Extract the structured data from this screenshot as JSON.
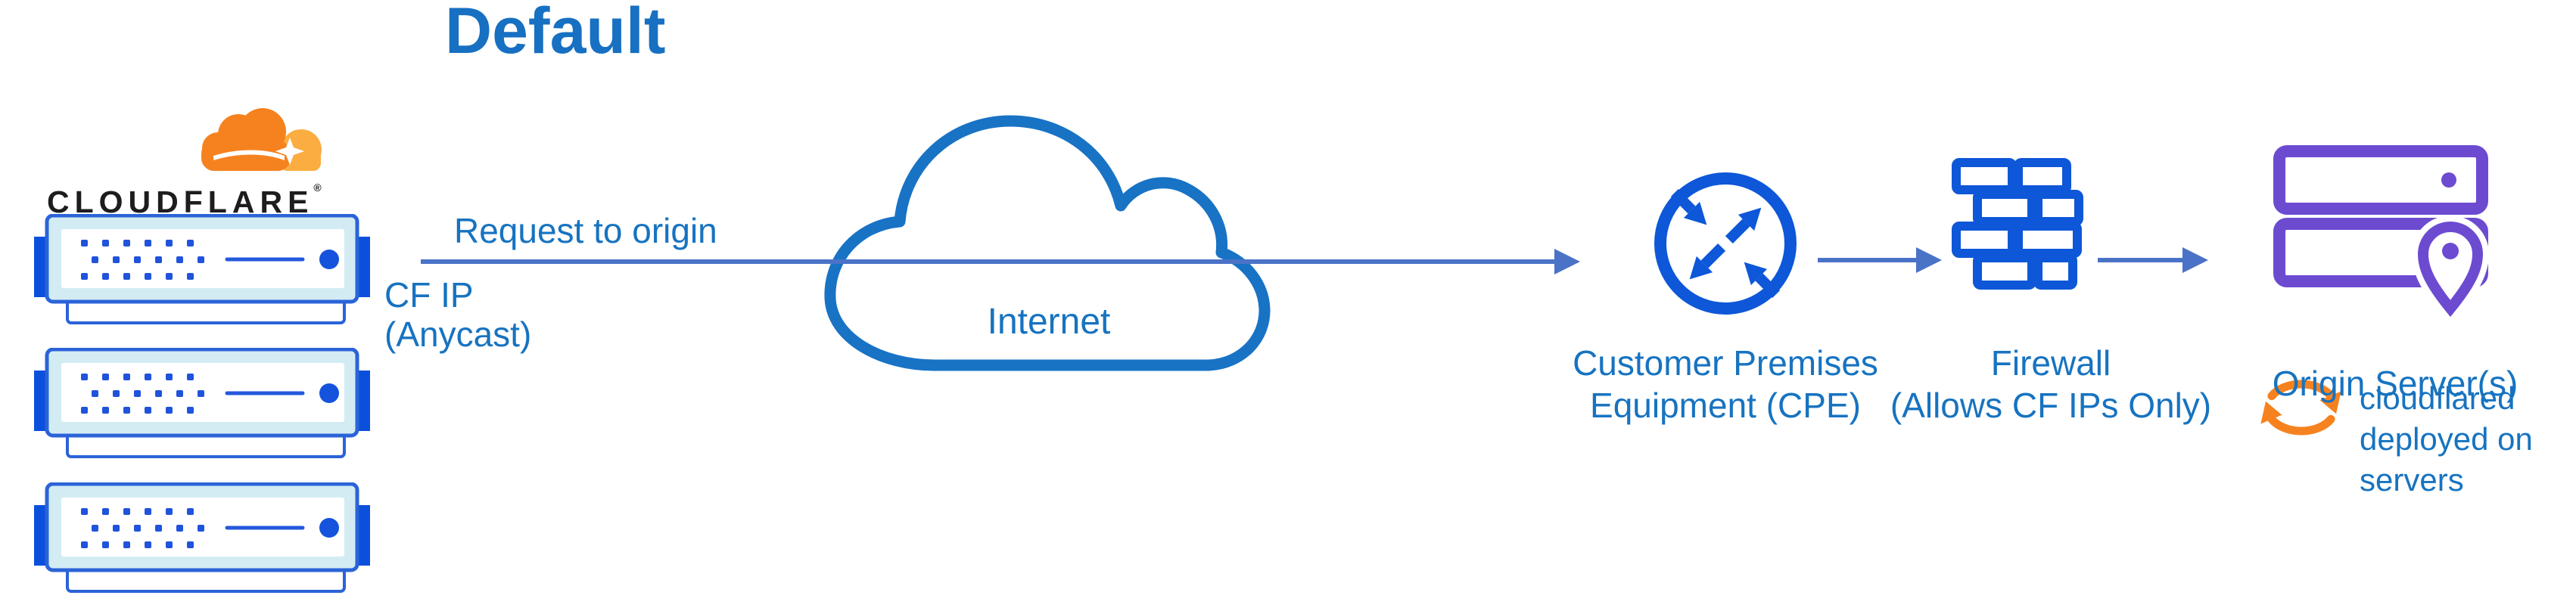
{
  "title": "Default",
  "logo": {
    "wordmark": "CLOUDFLARE",
    "registered": "®"
  },
  "labels": {
    "request": "Request to origin",
    "cf_ip_1": "CF IP",
    "cf_ip_2": "(Anycast)",
    "internet": "Internet",
    "cpe_1": "Customer Premises",
    "cpe_2": "Equipment (CPE)",
    "firewall_1": "Firewall",
    "firewall_2": "(Allows CF IPs Only)",
    "origin": "Origin Server(s)",
    "cloudflared_1": "cloudflared",
    "cloudflared_2": "deployed on",
    "cloudflared_3": "servers"
  },
  "icons": {
    "cloudflare_logo": "cloudflare-cloud-logo",
    "edge_servers": "three stacked cloudflare edge server appliances",
    "internet_cloud": "cloud-outline-icon",
    "cpe": "router-circle-arrows-icon",
    "firewall": "brick-wall-icon",
    "origin": "server-stack-with-location-pin-icon",
    "cloudflared": "orange-sync-refresh-icon"
  },
  "colors": {
    "title_blue": "#1770c2",
    "label_blue": "#1773c0",
    "icon_blue": "#0d57d8",
    "server_stroke_blue": "#2b63d8",
    "server_fill_light": "#d3ecf4",
    "arrow_blue": "#4a73c8",
    "cloud_blue": "#1873c5",
    "origin_purple": "#6c4bd1",
    "orange": "#f6821f",
    "logo_orange_light": "#fbad41",
    "wordmark_black": "#1d1d1d"
  }
}
